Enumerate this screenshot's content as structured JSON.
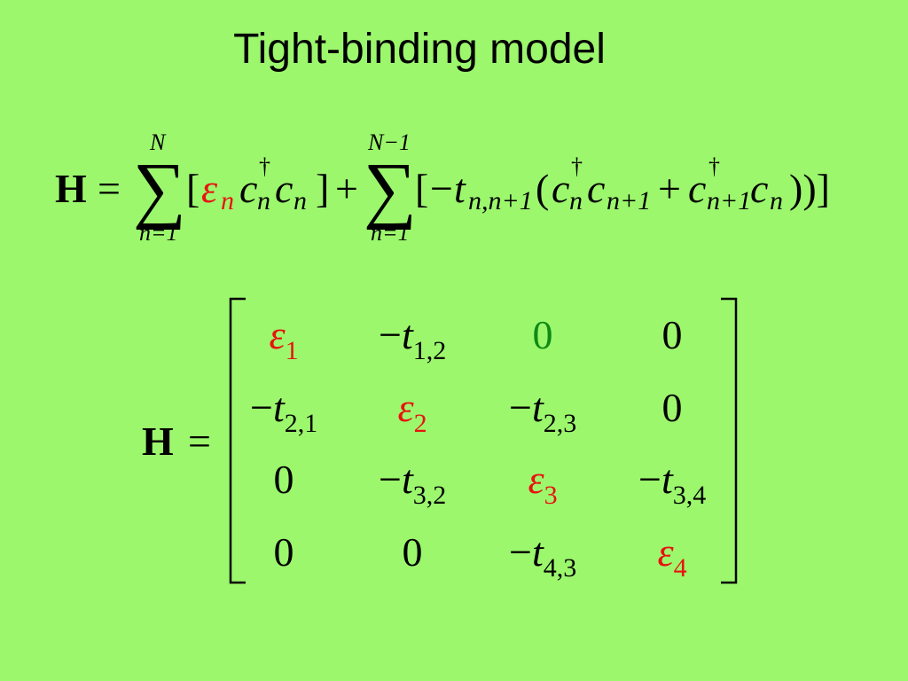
{
  "title": "Tight-binding model",
  "symbols": {
    "H": "H",
    "equals": "=",
    "sum": "∑",
    "plus": "+",
    "minus": "−",
    "lbracket": "[",
    "rbracket": "]",
    "lparen": "(",
    "rparen": "))]"
  },
  "equation1": {
    "sum1_upper": "N",
    "sum1_lower": "n=1",
    "sum2_upper": "N−1",
    "sum2_lower": "n=1",
    "epsilon": "ε",
    "epsilon_sub": "n",
    "c": "c",
    "dagger": "†",
    "sub_n": "n",
    "sub_n1": "n+1",
    "t": "t",
    "t_sub": "n,n+1",
    "close1": "]"
  },
  "matrix": {
    "rows": [
      [
        {
          "main": "ε",
          "sub": "1",
          "color": "red"
        },
        {
          "main": "−t",
          "sub": "1,2",
          "color": "black"
        },
        {
          "main": "0",
          "sub": "",
          "color": "green"
        },
        {
          "main": "0",
          "sub": "",
          "color": "black"
        }
      ],
      [
        {
          "main": "−t",
          "sub": "2,1",
          "color": "black"
        },
        {
          "main": "ε",
          "sub": "2",
          "color": "red"
        },
        {
          "main": "−t",
          "sub": "2,3",
          "color": "black"
        },
        {
          "main": "0",
          "sub": "",
          "color": "black"
        }
      ],
      [
        {
          "main": "0",
          "sub": "",
          "color": "black"
        },
        {
          "main": "−t",
          "sub": "3,2",
          "color": "black"
        },
        {
          "main": "ε",
          "sub": "3",
          "color": "red"
        },
        {
          "main": "−t",
          "sub": "3,4",
          "color": "black"
        }
      ],
      [
        {
          "main": "0",
          "sub": "",
          "color": "black"
        },
        {
          "main": "0",
          "sub": "",
          "color": "black"
        },
        {
          "main": "−t",
          "sub": "4,3",
          "color": "black"
        },
        {
          "main": "ε",
          "sub": "4",
          "color": "red"
        }
      ]
    ]
  },
  "colors": {
    "background": "#9cf76d",
    "epsilon": "#e8130f",
    "zero_highlight": "#0f8a14",
    "text": "#000000"
  }
}
